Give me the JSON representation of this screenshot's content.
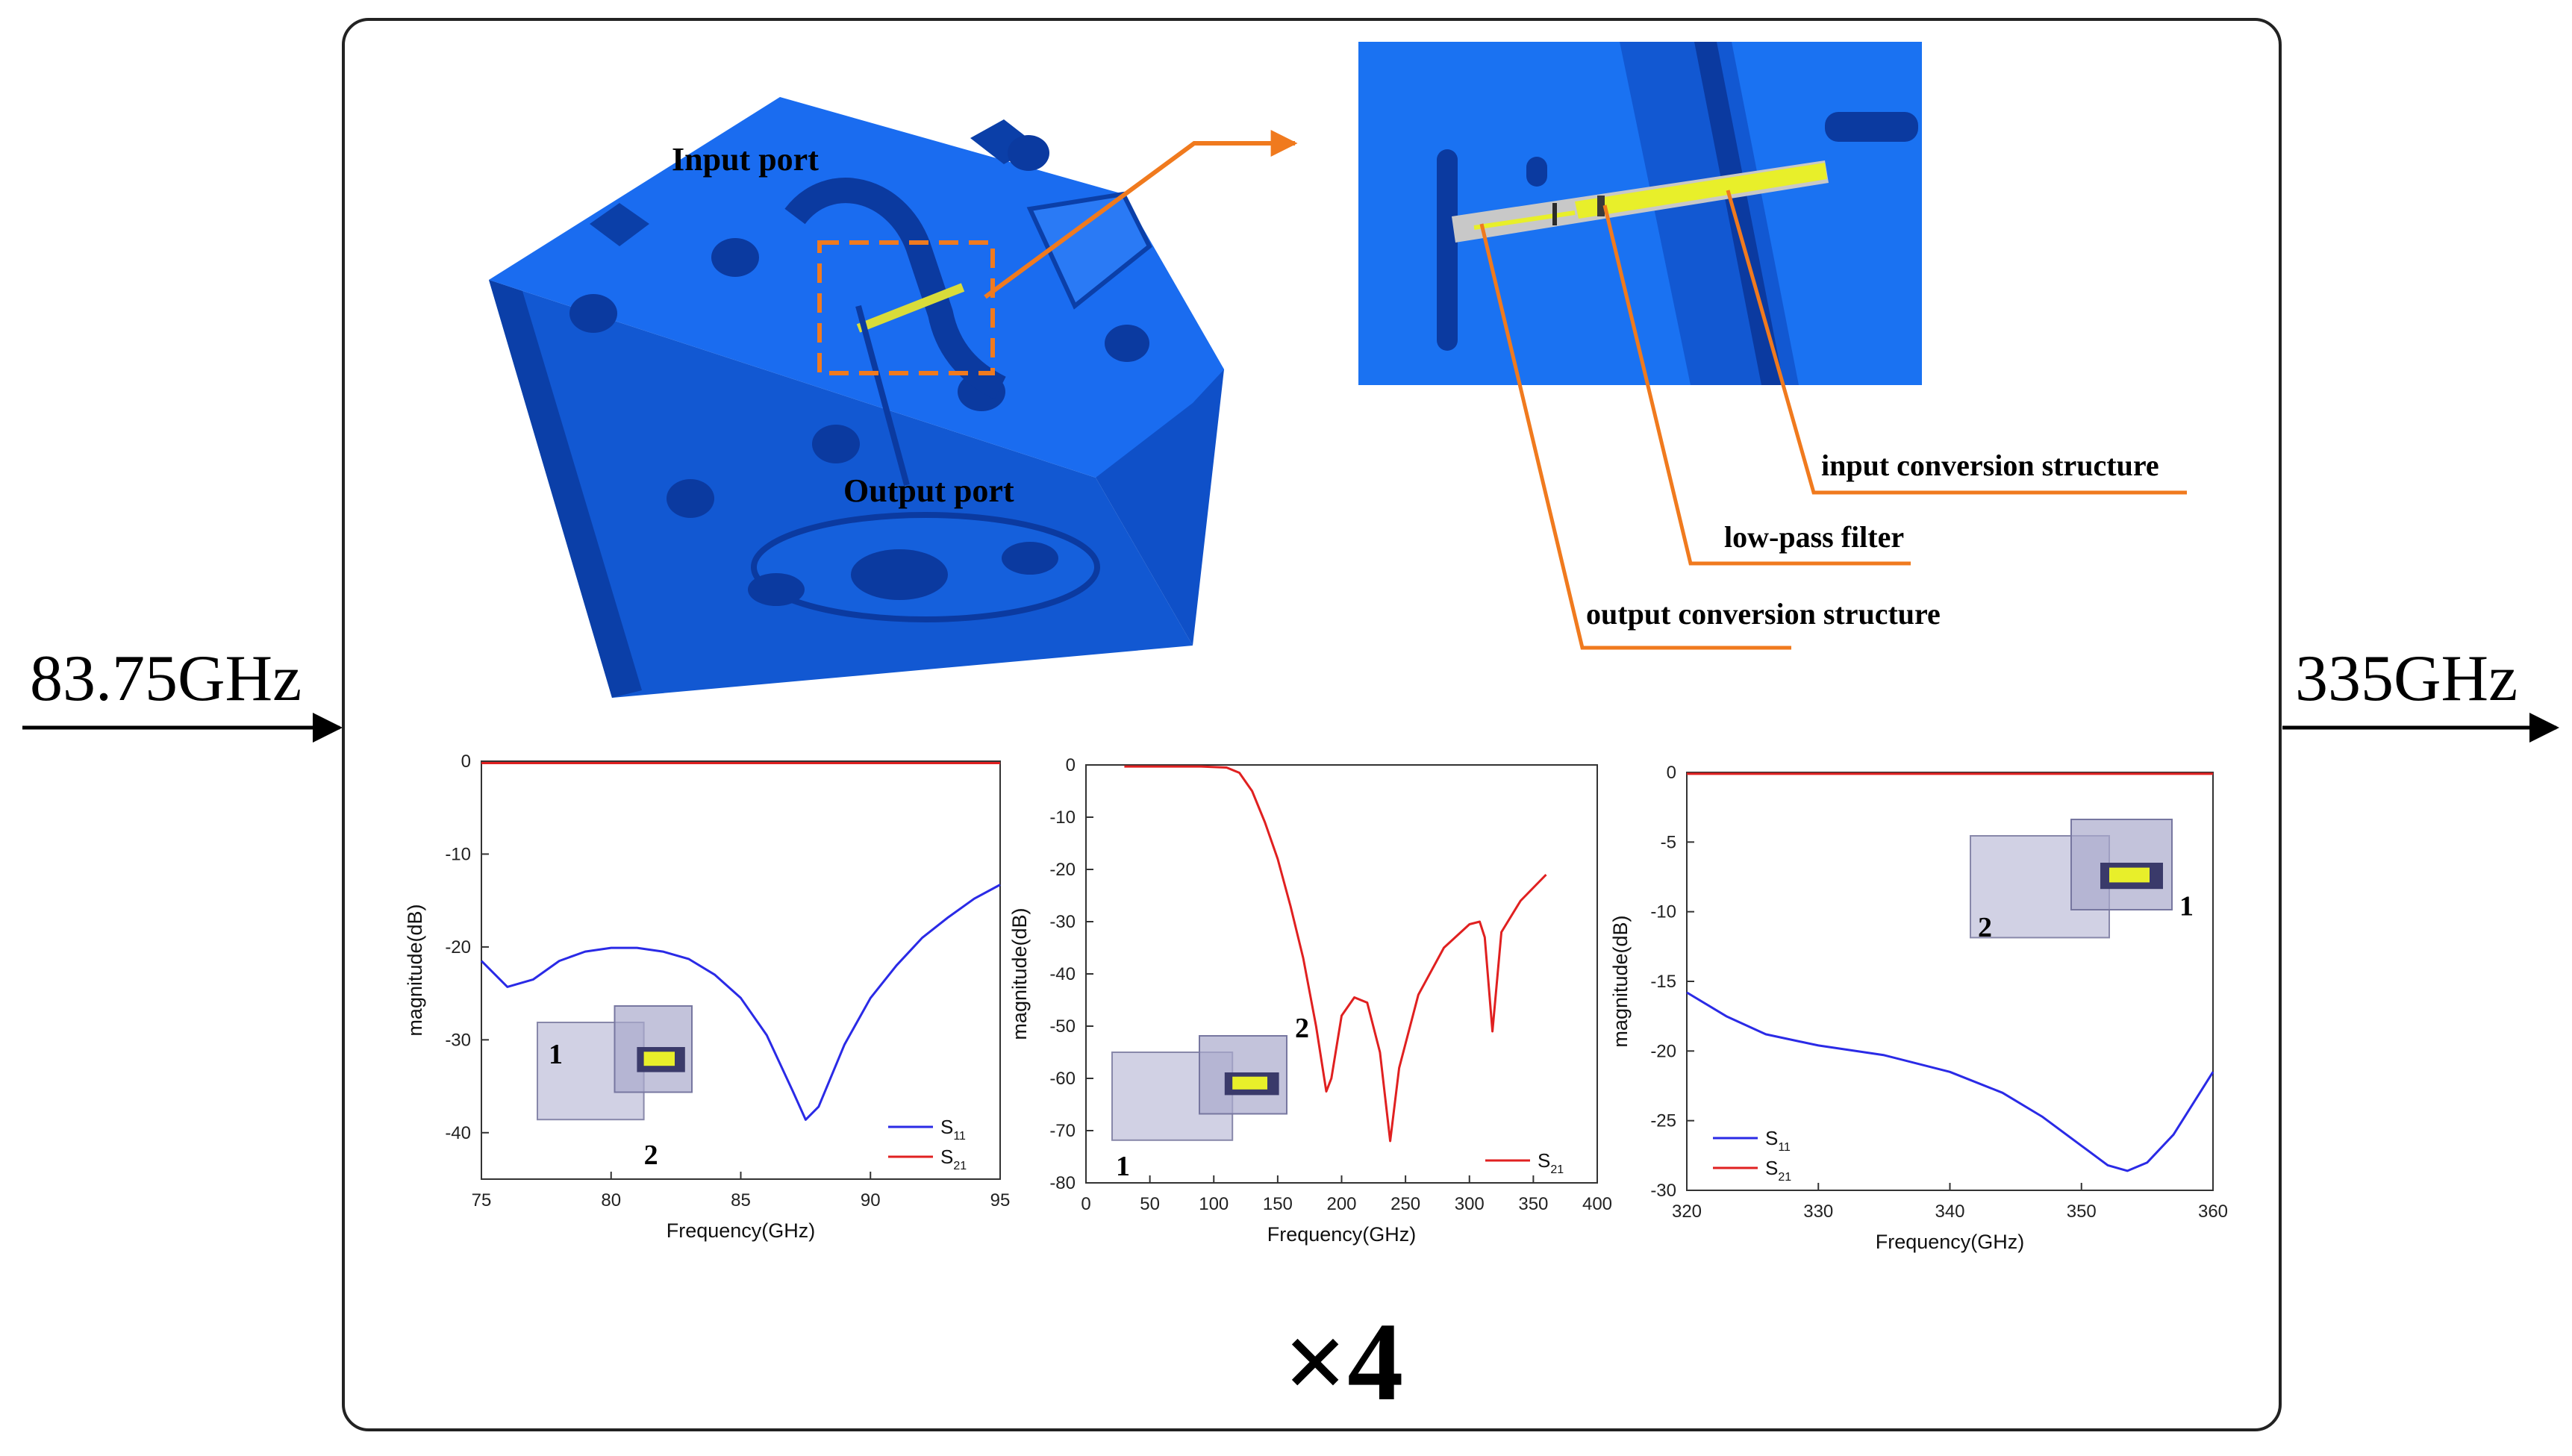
{
  "input_frequency": "83.75GHz",
  "output_frequency": "335GHz",
  "multiplier": "×4",
  "labels": {
    "input_port": "Input port",
    "output_port": "Output port",
    "input_conversion": "input conversion structure",
    "low_pass_filter": "low-pass filter",
    "output_conversion": "output conversion structure"
  },
  "colors": {
    "housing_blue": "#1a6cf0",
    "callout_orange": "#f07a1e",
    "circuit_yellow": "#e8ef2a",
    "s11_color": "#2a2ae6",
    "s21_color": "#e02020"
  },
  "chart_data": [
    {
      "type": "line",
      "xlabel": "Frequency(GHz)",
      "ylabel": "magnitude(dB)",
      "xlim": [
        75,
        95
      ],
      "ylim": [
        -45,
        0
      ],
      "xticks": [
        75,
        80,
        85,
        90,
        95
      ],
      "yticks": [
        0,
        -10,
        -20,
        -30,
        -40
      ],
      "legend": "bottom-right",
      "port_labels": [
        "1",
        "2"
      ],
      "series": [
        {
          "name": "S11",
          "key": "s11",
          "base": "S",
          "sub": "11",
          "color": "#2a2ae6",
          "x": [
            75,
            76,
            77,
            78,
            79,
            80,
            81,
            82,
            83,
            84,
            85,
            86,
            87,
            87.5,
            88,
            89,
            90,
            91,
            92,
            93,
            94,
            95
          ],
          "y": [
            -21.5,
            -24.3,
            -23.5,
            -21.5,
            -20.5,
            -20.1,
            -20.1,
            -20.5,
            -21.3,
            -23.0,
            -25.5,
            -29.5,
            -35.5,
            -38.6,
            -37.2,
            -30.5,
            -25.5,
            -22.0,
            -19.0,
            -16.8,
            -14.8,
            -13.3
          ]
        },
        {
          "name": "S21",
          "key": "s21",
          "base": "S",
          "sub": "21",
          "color": "#e02020",
          "x": [
            75,
            80,
            85,
            90,
            95
          ],
          "y": [
            -0.2,
            -0.2,
            -0.2,
            -0.2,
            -0.2
          ]
        }
      ]
    },
    {
      "type": "line",
      "xlabel": "Frequency(GHz)",
      "ylabel": "magnitude(dB)",
      "xlim": [
        0,
        400
      ],
      "ylim": [
        -80,
        0
      ],
      "xticks": [
        0,
        50,
        100,
        150,
        200,
        250,
        300,
        350,
        400
      ],
      "yticks": [
        0,
        -10,
        -20,
        -30,
        -40,
        -50,
        -60,
        -70,
        -80
      ],
      "legend": "bottom-right",
      "port_labels": [
        "1",
        "2"
      ],
      "series": [
        {
          "name": "S21",
          "key": "s21",
          "base": "S",
          "sub": "21",
          "color": "#e02020",
          "x": [
            30,
            60,
            90,
            110,
            120,
            130,
            140,
            150,
            160,
            170,
            180,
            188,
            192,
            200,
            210,
            220,
            230,
            238,
            245,
            260,
            280,
            300,
            308,
            312,
            318,
            325,
            340,
            360
          ],
          "y": [
            -0.3,
            -0.3,
            -0.3,
            -0.5,
            -1.5,
            -5,
            -11,
            -18,
            -27,
            -37,
            -50,
            -62.5,
            -60,
            -48,
            -44.5,
            -45.5,
            -55,
            -72,
            -58,
            -44,
            -35,
            -30.5,
            -30,
            -33,
            -51,
            -32,
            -26,
            -21
          ]
        }
      ]
    },
    {
      "type": "line",
      "xlabel": "Frequency(GHz)",
      "ylabel": "magnitude(dB)",
      "xlim": [
        320,
        360
      ],
      "ylim": [
        -30,
        0
      ],
      "xticks": [
        320,
        330,
        340,
        350,
        360
      ],
      "yticks": [
        0,
        -5,
        -10,
        -15,
        -20,
        -25,
        -30
      ],
      "legend": "bottom-left",
      "port_labels": [
        "1",
        "2"
      ],
      "series": [
        {
          "name": "S11",
          "key": "s11",
          "base": "S",
          "sub": "11",
          "color": "#2a2ae6",
          "x": [
            320,
            323,
            326,
            330,
            335,
            340,
            344,
            347,
            350,
            352,
            353.5,
            355,
            357,
            360
          ],
          "y": [
            -15.8,
            -17.5,
            -18.8,
            -19.6,
            -20.3,
            -21.5,
            -23.0,
            -24.7,
            -26.8,
            -28.2,
            -28.6,
            -28.0,
            -26.0,
            -21.5
          ]
        },
        {
          "name": "S21",
          "key": "s21",
          "base": "S",
          "sub": "21",
          "color": "#e02020",
          "x": [
            320,
            340,
            360
          ],
          "y": [
            -0.1,
            -0.1,
            -0.1
          ]
        }
      ]
    }
  ]
}
